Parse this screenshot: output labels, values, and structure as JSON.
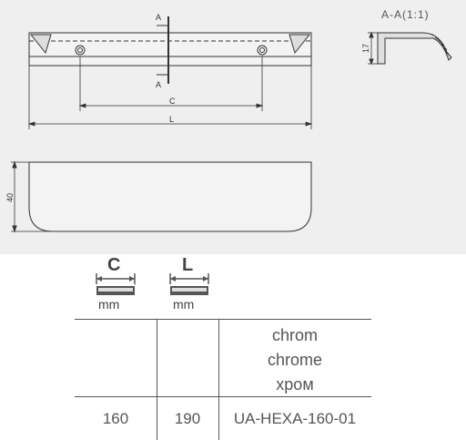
{
  "drawing": {
    "section_title": "A-A(1:1)",
    "dim_c": "C",
    "dim_l": "L",
    "dim_height": "40",
    "dim_profile": "17",
    "cut_mark_top": "A",
    "cut_mark_bottom": "A"
  },
  "legend": {
    "c_letter": "C",
    "c_unit": "mm",
    "l_letter": "L",
    "l_unit": "mm"
  },
  "table": {
    "finish": [
      "chrom",
      "chrome",
      "хром"
    ],
    "row": {
      "c": "160",
      "l": "190",
      "code": "UA-HEXA-160-01"
    }
  }
}
